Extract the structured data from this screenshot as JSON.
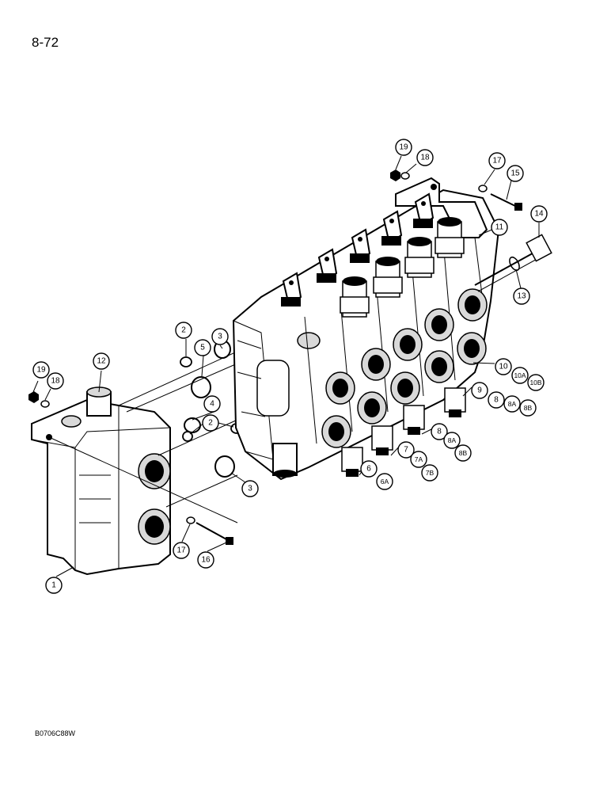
{
  "header": {
    "page_number": "8-72"
  },
  "footer": {
    "figure_code": "B0706C88W"
  },
  "callouts": [
    {
      "id": "c1",
      "label": "1"
    },
    {
      "id": "c2a",
      "label": "2"
    },
    {
      "id": "c2b",
      "label": "2"
    },
    {
      "id": "c3a",
      "label": "3"
    },
    {
      "id": "c3b",
      "label": "3"
    },
    {
      "id": "c4",
      "label": "4"
    },
    {
      "id": "c5",
      "label": "5"
    },
    {
      "id": "c6",
      "label": "6"
    },
    {
      "id": "c6A",
      "label": "6A"
    },
    {
      "id": "c7",
      "label": "7"
    },
    {
      "id": "c7A",
      "label": "7A"
    },
    {
      "id": "c7B",
      "label": "7B"
    },
    {
      "id": "c8a",
      "label": "8"
    },
    {
      "id": "c8Aa",
      "label": "8A"
    },
    {
      "id": "c8Ba",
      "label": "8B"
    },
    {
      "id": "c8b",
      "label": "8"
    },
    {
      "id": "c8Ab",
      "label": "8A"
    },
    {
      "id": "c8Bb",
      "label": "8B"
    },
    {
      "id": "c9",
      "label": "9"
    },
    {
      "id": "c10",
      "label": "10"
    },
    {
      "id": "c10A",
      "label": "10A"
    },
    {
      "id": "c10B",
      "label": "10B"
    },
    {
      "id": "c11",
      "label": "11"
    },
    {
      "id": "c12",
      "label": "12"
    },
    {
      "id": "c13",
      "label": "13"
    },
    {
      "id": "c14",
      "label": "14"
    },
    {
      "id": "c15",
      "label": "15"
    },
    {
      "id": "c16",
      "label": "16"
    },
    {
      "id": "c17a",
      "label": "17"
    },
    {
      "id": "c17b",
      "label": "17"
    },
    {
      "id": "c18a",
      "label": "18"
    },
    {
      "id": "c18b",
      "label": "18"
    },
    {
      "id": "c19a",
      "label": "19"
    },
    {
      "id": "c19b",
      "label": "19"
    }
  ]
}
